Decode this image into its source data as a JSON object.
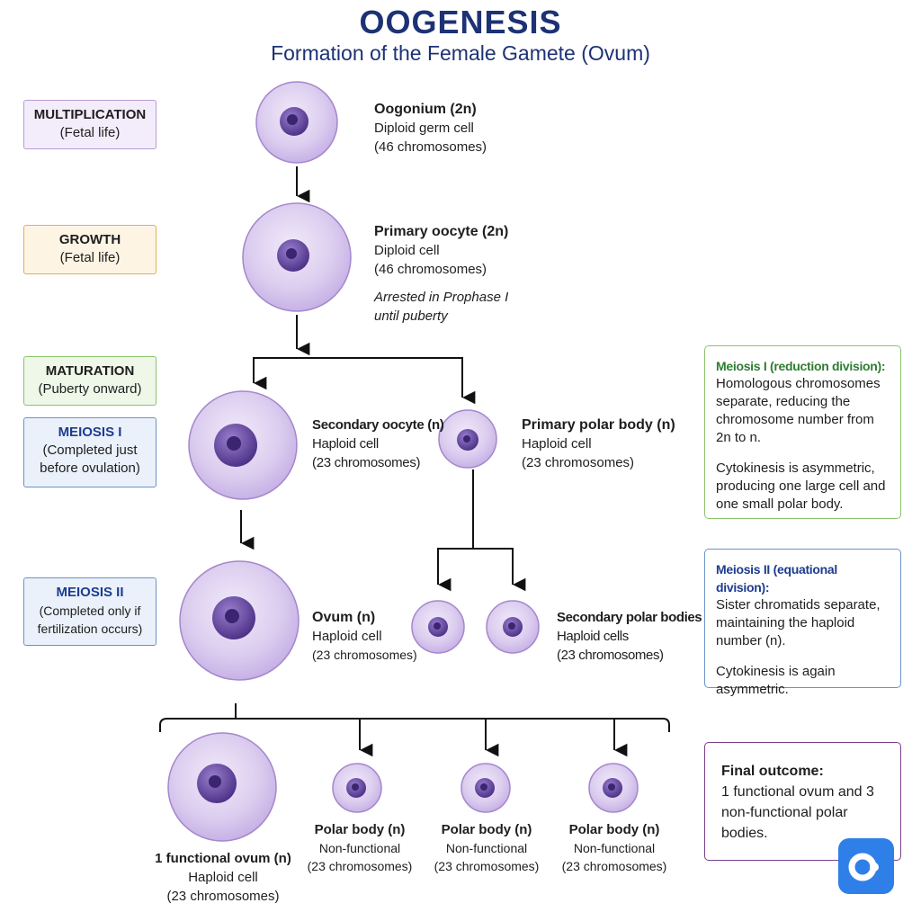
{
  "title": "OOGENESIS",
  "subtitle": "Formation of the Female Gamete (Ovum)",
  "stages": {
    "multiplication": {
      "title": "MULTIPLICATION",
      "sub": "(Fetal life)"
    },
    "growth": {
      "title": "GROWTH",
      "sub": "(Fetal life)"
    },
    "maturation": {
      "title": "MATURATION",
      "sub": "(Puberty onward)"
    },
    "meiosis1": {
      "title": "MEIOSIS I",
      "sub1": "(Completed just",
      "sub2": "before ovulation)"
    },
    "meiosis2": {
      "title": "MEIOSIS II",
      "sub1": "(Completed only if",
      "sub2": "fertilization occurs)"
    }
  },
  "cells": {
    "oogonium": {
      "name": "Oogonium (2n)",
      "l1": "Diploid germ cell",
      "l2": "(46 chromosomes)"
    },
    "primary_oocyte": {
      "name": "Primary oocyte (2n)",
      "l1": "Diploid cell",
      "l2": "(46 chromosomes)",
      "note1": "Arrested in Prophase I",
      "note2": "until puberty"
    },
    "secondary_oocyte": {
      "name": "Secondary oocyte (n)",
      "l1": "Haploid cell",
      "l2": "(23 chromosomes)"
    },
    "primary_polar": {
      "name": "Primary polar body (n)",
      "l1": "Haploid cell",
      "l2": "(23 chromosomes)"
    },
    "ovum": {
      "name": "Ovum (n)",
      "l1": "Haploid cell",
      "l2": "(23 chromosomes)"
    },
    "secondary_polar": {
      "name": "Secondary polar bodies (n)",
      "l1": "Haploid cells",
      "l2": "(23 chromosomes)"
    },
    "functional_ovum": {
      "name": "1 functional ovum (n)",
      "l1": "Haploid cell",
      "l2": "(23 chromosomes)"
    },
    "polar_body": {
      "name": "Polar body (n)",
      "l1": "Non-functional",
      "l2": "(23 chromosomes)"
    }
  },
  "info": {
    "meiosis1": {
      "title": "Meiosis I (reduction division):",
      "p1": "Homologous chromosomes separate, reducing the chromosome number from 2n to n.",
      "p2": "Cytokinesis is asymmetric, producing one large cell and one small polar body."
    },
    "meiosis2": {
      "title": "Meiosis II (equational division):",
      "p1": "Sister chromatids separate, maintaining the haploid number (n).",
      "p2": "Cytokinesis is again asymmetric."
    },
    "final": {
      "title": "Final outcome:",
      "p1": "1 functional ovum and 3 non-functional polar bodies."
    }
  },
  "colors": {
    "title": "#1d3275",
    "multiplication": "#9b6fc4",
    "growth": "#e2b04f",
    "maturation": "#7cbd5b",
    "meiosis": "#4f7fbf",
    "meiosis1_info": "#2e7d32",
    "meiosis2_info": "#1d3c8f",
    "final_border": "#7b3f8c",
    "cell_fill": "#e3d6f2",
    "cell_edge": "#a487cc",
    "nucleus": "#6c4ba8",
    "logo": "#2f7fe8"
  }
}
